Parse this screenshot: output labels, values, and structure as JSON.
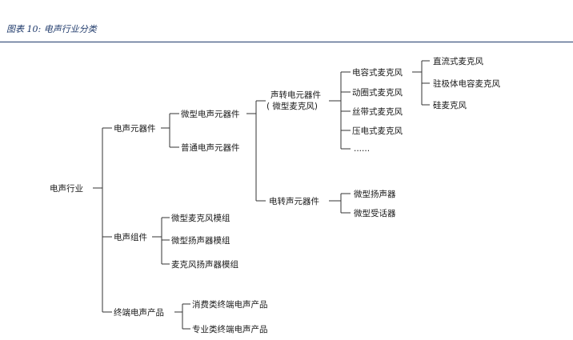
{
  "caption": "图表 10:  电声行业分类",
  "nodes": {
    "root": "电声行业",
    "components": "电声元器件",
    "micro_components": "微型电声元器件",
    "regular_components": "普通电声元器件",
    "sound_to_electric": "声转电元器件",
    "sound_to_electric_sub": "( 微型麦克风)",
    "condenser_mic": "电容式麦克风",
    "electret_mic": "直流式麦克风",
    "electret_condenser_mic": "驻极体电容麦克风",
    "silicon_mic": "硅麦克风",
    "dynamic_mic": "动圈式麦克风",
    "ribbon_mic": "丝带式麦克风",
    "piezo_mic": "压电式麦克风",
    "ellipsis": "......",
    "electric_to_sound": "电转声元器件",
    "micro_speaker": "微型扬声器",
    "micro_receiver": "微型受话器",
    "modules": "电声组件",
    "mic_module": "微型麦克风模组",
    "speaker_module": "微型扬声器模组",
    "mic_speaker_module": "麦克风扬声器模组",
    "terminal_products": "终端电声产品",
    "consumer_products": "消费类终端电声产品",
    "pro_products": "专业类终端电声产品"
  }
}
